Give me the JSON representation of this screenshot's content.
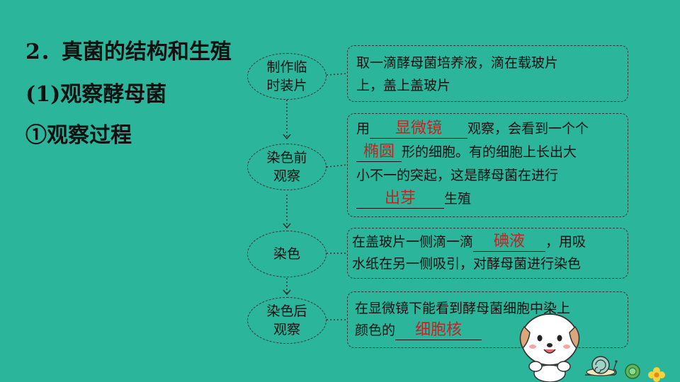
{
  "headings": {
    "section": "2．真菌的结构和生殖",
    "subsection": "(1)观察酵母菌",
    "subsubsection": "①观察过程"
  },
  "steps": [
    {
      "line1": "制作临",
      "line2": "时装片"
    },
    {
      "line1": "染色前",
      "line2": "观察"
    },
    {
      "line1": "染色",
      "line2": ""
    },
    {
      "line1": "染色后",
      "line2": "观察"
    }
  ],
  "panels": {
    "p1": {
      "line1": "取一滴酵母菌培养液，滴在载玻片",
      "line2": "上，盖上盖玻片"
    },
    "p2": {
      "l1_pre": "用",
      "l1_ans": "显微镜",
      "l1_post": "观察，会看到一个个",
      "l2_ans": "椭圆",
      "l2_post": "形的细胞。有的细胞上长出大",
      "l3": "小不一的突起，这是酵母菌在进行",
      "l4_ans": "出芽",
      "l4_post": "生殖"
    },
    "p3": {
      "l1_pre": "在盖玻片一侧滴一滴",
      "l1_ans": "碘液",
      "l1_post": "，用吸",
      "l2": "水纸在另一侧吸引，对酵母菌进行染色"
    },
    "p4": {
      "l1": "在显微镜下能看到酵母菌细胞中染上",
      "l2_pre": "颜色的",
      "l2_ans": "细胞核"
    }
  },
  "colors": {
    "background": "#2bb59a",
    "answer_text": "#c62222",
    "text": "#111111"
  }
}
